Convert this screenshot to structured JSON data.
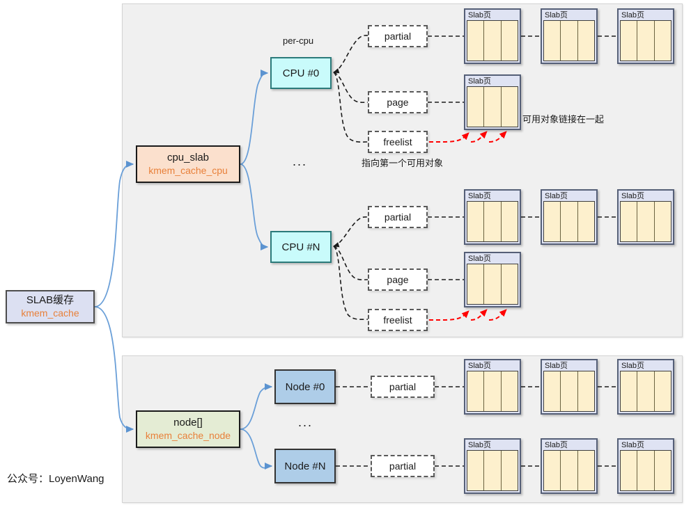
{
  "diagram": {
    "watermark": "公众号：LoyenWang",
    "ellipsis": "...",
    "root": {
      "title": "SLAB缓存",
      "subtitle": "kmem_cache"
    },
    "cpu_panel": {
      "cpu_slab": {
        "title": "cpu_slab",
        "subtitle": "kmem_cache_cpu"
      },
      "per_cpu_label": "per-cpu",
      "cpus": [
        {
          "name": "CPU #0",
          "fields": [
            {
              "label": "partial",
              "slab_count": 3
            },
            {
              "label": "page",
              "slab_count": 1
            },
            {
              "label": "freelist",
              "note": "指向第一个可用对象"
            }
          ],
          "freelist_note": "可用对象链接在一起"
        },
        {
          "name": "CPU #N",
          "fields": [
            {
              "label": "partial",
              "slab_count": 3
            },
            {
              "label": "page",
              "slab_count": 1
            },
            {
              "label": "freelist"
            }
          ]
        }
      ]
    },
    "node_panel": {
      "node_array": {
        "title": "node[]",
        "subtitle": "kmem_cache_node"
      },
      "nodes": [
        {
          "name": "Node #0",
          "field": "partial",
          "slab_count": 3
        },
        {
          "name": "Node #N",
          "field": "partial",
          "slab_count": 3
        }
      ]
    },
    "slab_page_label": "Slab页",
    "colors": {
      "root_fill": "#dce0f2",
      "cpu_slab_fill": "#fbe0cd",
      "node_fill": "#e4ecd4",
      "cpu_box_fill": "#c9fbfb",
      "node_box_fill": "#aecde8",
      "slab_header_fill": "#dfe3f3",
      "slab_cell_fill": "#fdf0cd",
      "accent_text": "#e8803a",
      "blue_arrow": "#6a9fd8",
      "red_arrow": "#ff0000"
    }
  }
}
